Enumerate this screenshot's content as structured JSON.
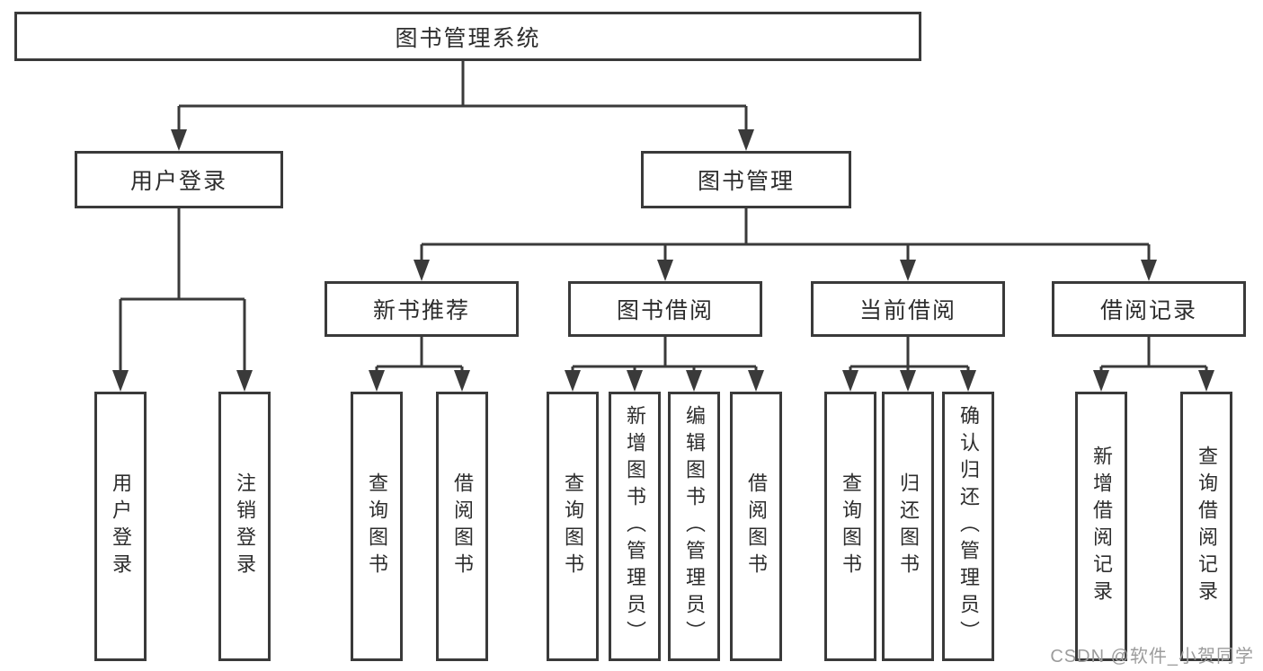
{
  "diagram_title": "图书管理系统",
  "colors": {
    "line": "#3a3a3a",
    "box_border": "#3a3a3a",
    "box_background": "#ffffff",
    "text": "#2d2d2d",
    "page_background": "#ffffff",
    "watermark_text_color": "#9c9c9c"
  },
  "tree": {
    "label": "图书管理系统",
    "children": [
      {
        "label": "用户登录",
        "children": [
          {
            "label": "用户登录"
          },
          {
            "label": "注销登录"
          }
        ]
      },
      {
        "label": "图书管理",
        "children": [
          {
            "label": "新书推荐",
            "children": [
              {
                "label": "查询图书"
              },
              {
                "label": "借阅图书"
              }
            ]
          },
          {
            "label": "图书借阅",
            "children": [
              {
                "label": "查询图书"
              },
              {
                "label": "新增图书（管理员）"
              },
              {
                "label": "编辑图书（管理员）"
              },
              {
                "label": "借阅图书"
              }
            ]
          },
          {
            "label": "当前借阅",
            "children": [
              {
                "label": "查询图书"
              },
              {
                "label": "归还图书"
              },
              {
                "label": "确认归还（管理员）"
              }
            ]
          },
          {
            "label": "借阅记录",
            "children": [
              {
                "label": "新增借阅记录"
              },
              {
                "label": "查询借阅记录"
              }
            ]
          }
        ]
      }
    ]
  },
  "watermark": {
    "text": "CSDN @软件_小贺同学"
  }
}
